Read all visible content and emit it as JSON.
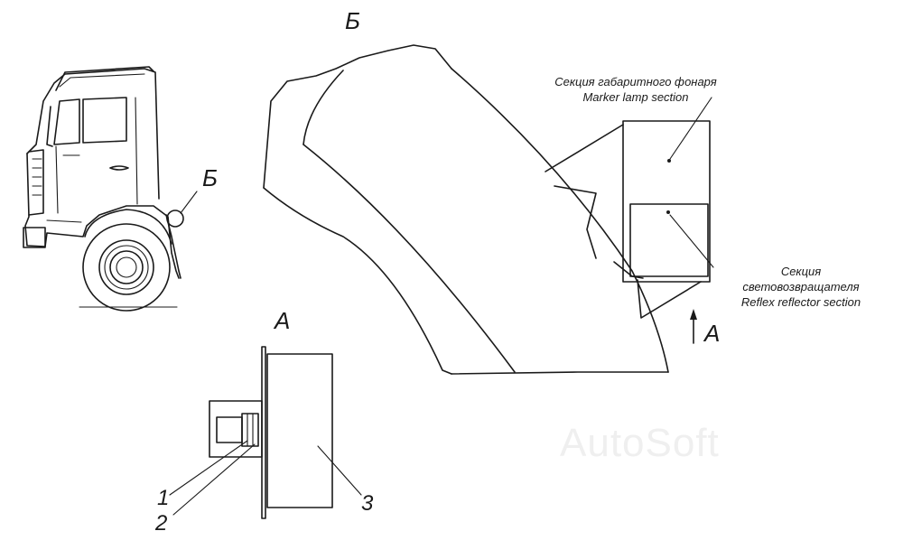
{
  "views": {
    "view_b_title": "Б",
    "view_b_callout": "Б",
    "view_a_title": "А",
    "view_a_arrow": "А"
  },
  "callouts": {
    "marker_ru": "Секция габаритного фонаря",
    "marker_en": "Marker lamp section",
    "reflex_ru_1": "Секция",
    "reflex_ru_2": "световозвращателя",
    "reflex_en": "Reflex reflector section"
  },
  "parts": {
    "p1": "1",
    "p2": "2",
    "p3": "3"
  },
  "watermark": "AutoSoft"
}
